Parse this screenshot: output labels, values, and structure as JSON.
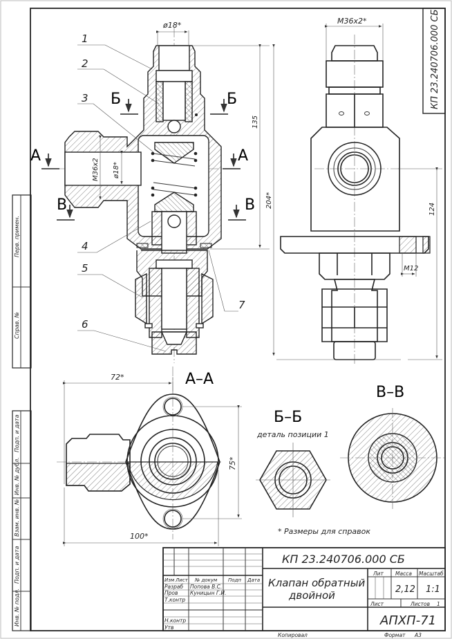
{
  "drawing": {
    "doc_code": "КП 23.240706.000 СБ",
    "doc_code_rotated": "КП 23.240706.000 СБ",
    "title_line1": "Клапан обратный",
    "title_line2": "двойной",
    "group": "АПХП-71",
    "note": "* Размеры для справок"
  },
  "views": {
    "main_section": {
      "positions": [
        "1",
        "2",
        "3",
        "4",
        "5",
        "6",
        "7"
      ],
      "cut_labels": {
        "a": "А",
        "b": "Б",
        "v": "В"
      },
      "dims": {
        "top_dia": "ø18*",
        "side_thread": "M36x2",
        "side_dia": "ø18*",
        "h135": "135",
        "h204": "204*"
      }
    },
    "side_view": {
      "dims": {
        "thread": "M36x2*",
        "h124": "124",
        "bolt": "M12"
      }
    },
    "section_aa": {
      "label": "А–А",
      "dims": {
        "w72": "72*",
        "w100": "100*",
        "h75": "75*"
      }
    },
    "section_bb": {
      "label": "Б–Б",
      "sublabel": "деталь позиции 1"
    },
    "section_vv": {
      "label": "В–В"
    }
  },
  "title_block": {
    "headers": {
      "izm": "Изм",
      "list": "Лист",
      "doc_no": "№ докум",
      "sign": "Подп",
      "date": "Дата"
    },
    "rows": [
      {
        "role": "Разраб",
        "name": "Попова В.С."
      },
      {
        "role": "Пров",
        "name": "Куницын Г.И."
      },
      {
        "role": "Т.контр",
        "name": ""
      },
      {
        "role": "",
        "name": ""
      },
      {
        "role": "Н.контр",
        "name": ""
      },
      {
        "role": "Утв",
        "name": ""
      }
    ],
    "lit_label": "Лит",
    "mass_label": "Масса",
    "scale_label": "Масштаб",
    "mass": "2,12",
    "scale": "1:1",
    "sheet_label": "Лист",
    "sheets_label": "Листов",
    "sheets": "1",
    "copied_label": "Копировал",
    "format_label": "Формат",
    "format": "А3"
  },
  "side_stamp": [
    "Перв. примен.",
    "Справ. №",
    "Подп. и дата",
    "Инв. № дубл.",
    "Взам. инв. №",
    "Подп. и дата",
    "Инв. № подл."
  ]
}
